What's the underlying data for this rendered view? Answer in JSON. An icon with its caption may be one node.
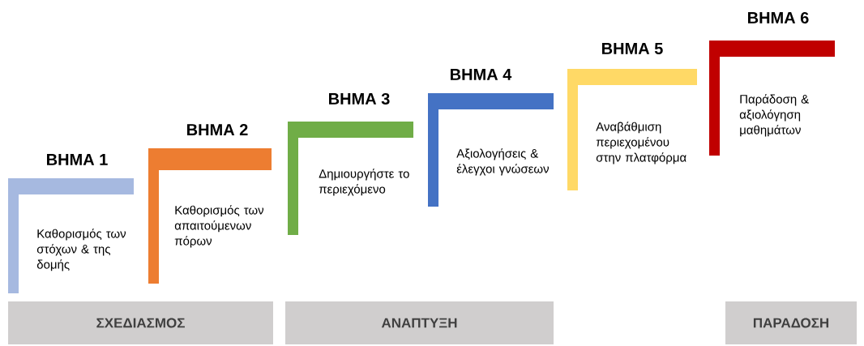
{
  "diagram": {
    "nodes": [
      {
        "text": [
          "ΒΗΜΑ 1",
          "Καθορισμός των στόχων & της δομής"
        ]
      },
      {
        "text": [
          "ΒΗΜΑ 2",
          "Καθορισμός των απαιτούμενων πόρων"
        ]
      },
      {
        "text": [
          "ΒΗΜΑ 3",
          "Δημιουργήστε το περιεχόμενο"
        ]
      },
      {
        "text": [
          "ΒΗΜΑ 4",
          "Αξιολογήσεις & έλεγχοι γνώσεων"
        ]
      },
      {
        "text": [
          "ΒΗΜΑ 5",
          "Αναβάθμιση περιεχομένου στην πλατφόρμα"
        ]
      },
      {
        "text": [
          "ΒΗΜΑ 6",
          "Παράδοση & αξιολόγηση μαθημάτων"
        ]
      },
      {
        "text": [
          "ΣΧΕΔΙΑΣΜΟΣ"
        ]
      },
      {
        "text": [
          "ΑΝΑΠΤΥΞΗ"
        ]
      },
      {
        "text": [
          "ΠΑΡΑΔΟΣΗ"
        ]
      }
    ]
  }
}
